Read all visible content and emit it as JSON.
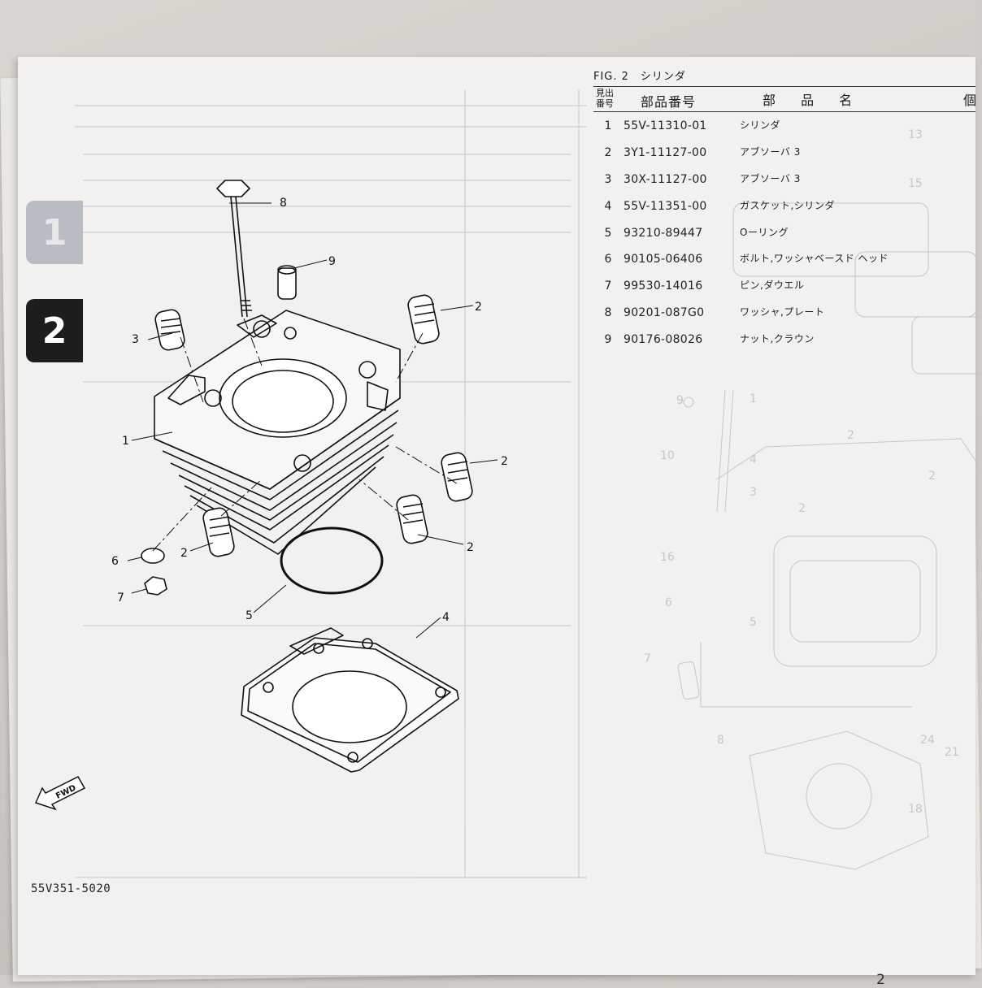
{
  "document": {
    "tabs": [
      "1",
      "2"
    ],
    "header": {
      "fig_label": "FIG. 2",
      "fig_name": "シリンダ",
      "key_no": "見出\n番号",
      "part_no": "部品番号",
      "part_name": "部 品 名",
      "qty": "個"
    },
    "parts": [
      {
        "key": "1",
        "number": "55V-11310-01",
        "name": "シリンダ"
      },
      {
        "key": "2",
        "number": "3Y1-11127-00",
        "name": "アブソーバ 3"
      },
      {
        "key": "3",
        "number": "30X-11127-00",
        "name": "アブソーバ 3"
      },
      {
        "key": "4",
        "number": "55V-11351-00",
        "name": "ガスケット,シリンダ"
      },
      {
        "key": "5",
        "number": "93210-89447",
        "name": "Oーリング"
      },
      {
        "key": "6",
        "number": "90105-06406",
        "name": "ボルト,ワッシャベースド ヘッド"
      },
      {
        "key": "7",
        "number": "99530-14016",
        "name": "ピン,ダウエル"
      },
      {
        "key": "8",
        "number": "90201-087G0",
        "name": "ワッシャ,プレート"
      },
      {
        "key": "9",
        "number": "90176-08026",
        "name": "ナット,クラウン"
      }
    ],
    "callouts": [
      "1",
      "2",
      "2",
      "2",
      "2",
      "3",
      "4",
      "5",
      "6",
      "7",
      "8",
      "9"
    ],
    "fwd_label": "FWD",
    "figure_code": "55V351-5020",
    "page_number": "2"
  }
}
